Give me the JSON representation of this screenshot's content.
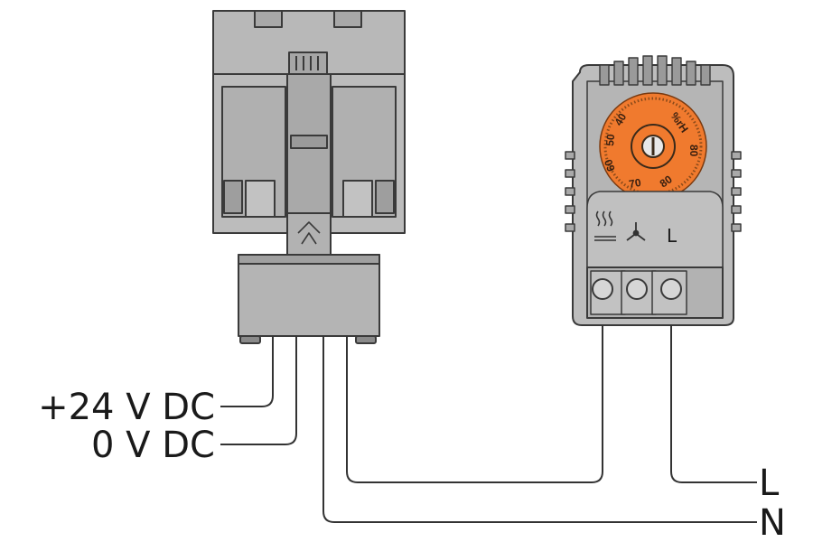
{
  "labels": {
    "plus24": "+24 V DC",
    "zero": "0 V DC",
    "L": "L",
    "N": "N"
  },
  "hygrostat": {
    "dial_numbers": [
      "40",
      "50",
      "60",
      "70",
      "80",
      "80"
    ],
    "dial_unit": "%rH",
    "terminal_symbols": [
      "heater-icon",
      "fan-icon",
      "L"
    ],
    "terminal_L": "L"
  },
  "colors": {
    "housing": "#b4b4b4",
    "housing_dark": "#8d8d8d",
    "outline": "#3a3a3a",
    "dial": "#f07a2e",
    "wire": "#333333"
  }
}
